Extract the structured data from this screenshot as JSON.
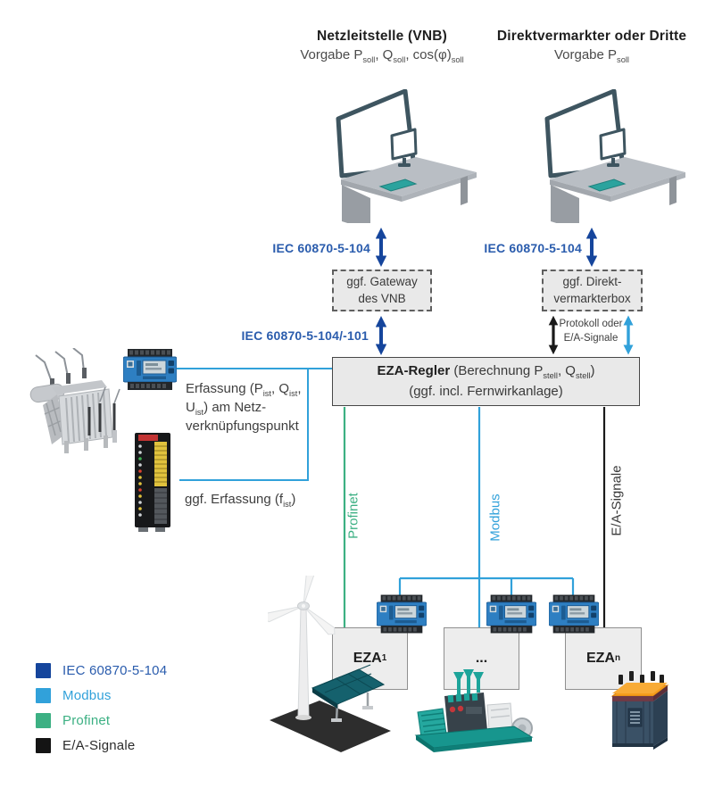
{
  "colors": {
    "iec_blue": "#15459c",
    "iec_text_blue": "#2a5cad",
    "modbus_blue": "#31a1da",
    "profinet_green": "#3cb083",
    "ea_black": "#1a1a1a",
    "ea_text": "#3a3a3a"
  },
  "headers": {
    "left": {
      "title": "Netzleitstelle (VNB)",
      "subtitle_parts": [
        {
          "text": "Vorgabe P"
        },
        {
          "sub": "soll"
        },
        {
          "text": ", Q"
        },
        {
          "sub": "soll"
        },
        {
          "text": ", cos(φ)"
        },
        {
          "sub": "soll"
        }
      ]
    },
    "right": {
      "title": "Direktvermarkter oder Dritte",
      "subtitle_parts": [
        {
          "text": "Vorgabe P"
        },
        {
          "sub": "soll"
        }
      ]
    }
  },
  "protocol_labels": {
    "iec104_left": "IEC 60870-5-104",
    "iec104_right": "IEC 60870-5-104",
    "iec104_101": "IEC 60870-5-104/-101",
    "protokoll_oder": "Protokoll oder\nE/A-Signale"
  },
  "boxes": {
    "gateway": "ggf. Gateway\ndes VNB",
    "direktvermarkter": "ggf. Direkt-\nvermarkterbox",
    "eza_regler_line1_parts": [
      {
        "text": "EZA-Regler",
        "b": true
      },
      {
        "text": " (Berechnung P"
      },
      {
        "sub": "stell"
      },
      {
        "text": ", Q"
      },
      {
        "sub": "stell"
      },
      {
        "text": ")"
      }
    ],
    "eza_regler_line2": "(ggf. incl. Fernwirkanlage)"
  },
  "measurement": {
    "line1_parts": [
      {
        "text": "Erfassung (P"
      },
      {
        "sub": "ist"
      },
      {
        "text": ", Q"
      },
      {
        "sub": "ist"
      },
      {
        "text": ","
      }
    ],
    "line2_parts": [
      {
        "text": "U"
      },
      {
        "sub": "ist"
      },
      {
        "text": ") am Netz-"
      }
    ],
    "line3_parts": [
      {
        "text": "verknüpfungspunkt"
      }
    ],
    "freq_parts": [
      {
        "text": "ggf. Erfassung (f"
      },
      {
        "sub": "ist"
      },
      {
        "text": ")"
      }
    ]
  },
  "bus_labels": {
    "profinet": "Profinet",
    "modbus": "Modbus",
    "ea_signale": "E/A-Signale"
  },
  "plants": {
    "eza1_parts": [
      {
        "text": "EZA"
      },
      {
        "sub": "1"
      }
    ],
    "mid_label": "...",
    "ezan_parts": [
      {
        "text": "EZA"
      },
      {
        "sub": "n"
      }
    ]
  },
  "legend": {
    "items": [
      {
        "label": "IEC 60870-5-104",
        "swatch": "#15459c",
        "text_color": "#2a5cad"
      },
      {
        "label": "Modbus",
        "swatch": "#31a1da",
        "text_color": "#31a1da"
      },
      {
        "label": "Profinet",
        "swatch": "#3cb083",
        "text_color": "#3cb083"
      },
      {
        "label": "E/A-Signale",
        "swatch": "#141414",
        "text_color": "#2b2b2b"
      }
    ]
  }
}
